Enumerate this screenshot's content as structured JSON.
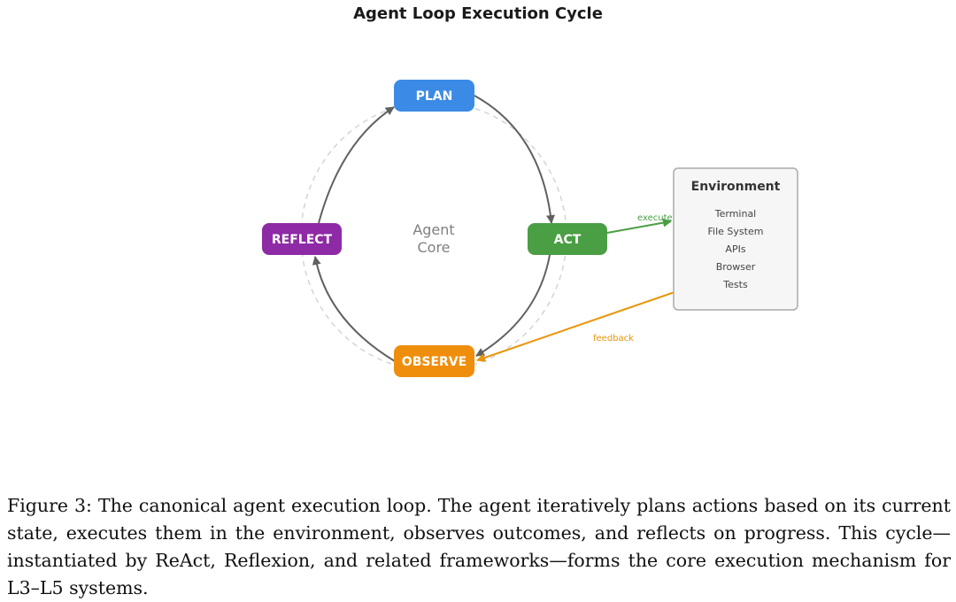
{
  "title": "Agent Loop Execution Cycle",
  "nodes": {
    "plan": {
      "label": "PLAN",
      "color": "#3b8be6"
    },
    "act": {
      "label": "ACT",
      "color": "#4a9e44"
    },
    "observe": {
      "label": "OBSERVE",
      "color": "#ef8e0c"
    },
    "reflect": {
      "label": "REFLECT",
      "color": "#8e2aa6"
    }
  },
  "core": {
    "line1": "Agent",
    "line2": "Core"
  },
  "environment": {
    "title": "Environment",
    "items": [
      "Terminal",
      "File System",
      "APIs",
      "Browser",
      "Tests"
    ]
  },
  "edges": {
    "execute": {
      "label": "execute",
      "color": "#4a9e44"
    },
    "feedback": {
      "label": "feedback",
      "color": "#e8960c"
    }
  },
  "caption": "Figure 3: The canonical agent execution loop. The agent iteratively plans actions based on its current state, executes them in the environment, observes outcomes, and reflects on progress. This cycle—instantiated by ReAct, Reflexion, and related frameworks—forms the core execution mechanism for L3–L5 systems."
}
